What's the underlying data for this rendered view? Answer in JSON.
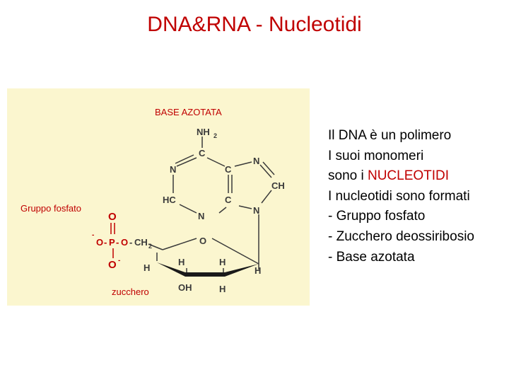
{
  "slide": {
    "title": "DNA&RNA - Nucleotidi"
  },
  "diagram": {
    "labels": {
      "base": "BASE AZOTATA",
      "phosphate": "Gruppo fosfato",
      "sugar": "zucchero"
    },
    "atoms": {
      "nh2": "NH",
      "nh2_sub": "2",
      "c_top": "C",
      "n_left": "N",
      "c_mid": "C",
      "n_right_top": "N",
      "ch": "CH",
      "hc": "HC",
      "c_bottom": "C",
      "n_ring_bottom": "N",
      "n_glyco": "N",
      "p_o_top": "O",
      "p_o_minus": "O",
      "p_p": "P",
      "p_o_ester": "O",
      "ch2": "CH",
      "ch2_sub": "2",
      "p_o_bottom": "O",
      "minus": "-",
      "ring_o": "O",
      "h1": "H",
      "h2": "H",
      "h3": "H",
      "h4": "H",
      "oh": "OH",
      "h5": "H",
      "double_bond": "=",
      "bar": "|"
    }
  },
  "description": {
    "line1": "Il DNA è un polimero",
    "line2": "I suoi monomeri",
    "line3_prefix": "sono i ",
    "line3_highlight": "NUCLEOTIDI",
    "line4": "I nucleotidi sono formati",
    "line5": "- Gruppo fosfato",
    "line6": "- Zucchero deossiribosio",
    "line7": "- Base azotata"
  },
  "colors": {
    "title": "#c00000",
    "accent": "#c00000",
    "diagram_bg": "#fbf6cf"
  }
}
